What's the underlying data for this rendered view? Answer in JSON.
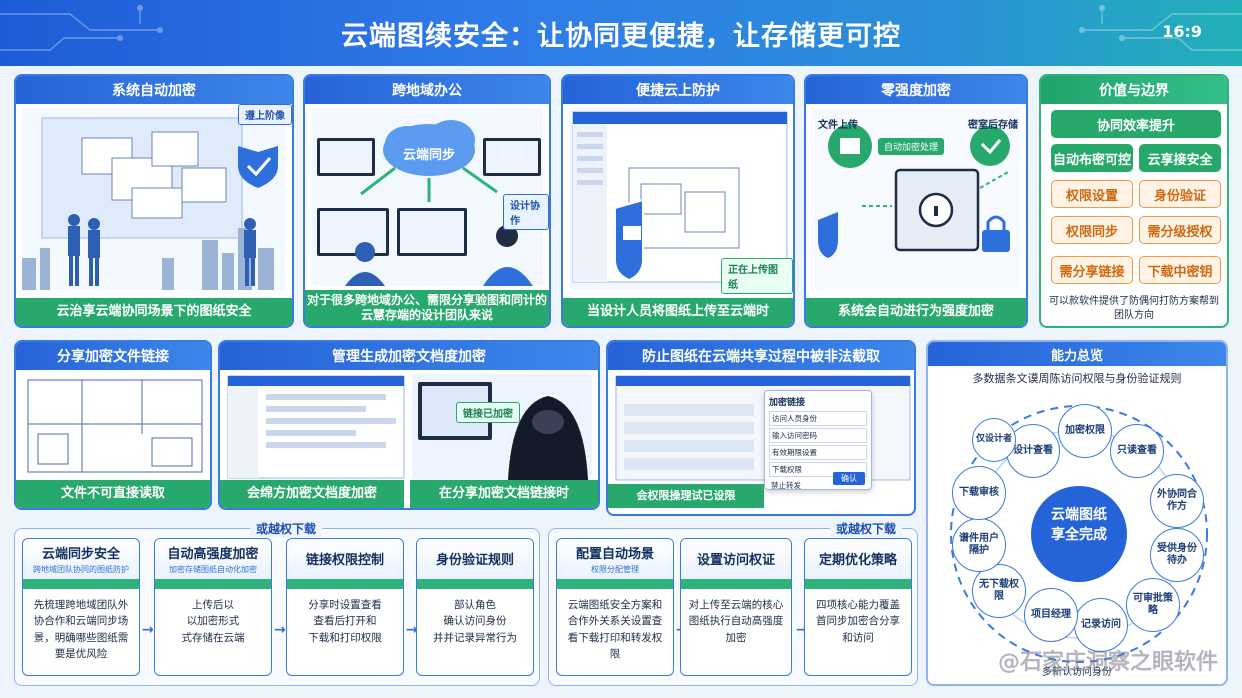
{
  "header": {
    "title": "云端图续安全：让协同更便捷，让存储更可控",
    "ratio": "16:9"
  },
  "panels": {
    "p1": {
      "title": "系统自动加密",
      "tag": "遵上阶像",
      "footer": "云治享云端协同场景下的图纸安全"
    },
    "p2": {
      "title": "跨地域办公",
      "cloud": "云端同步",
      "tag": "设计协作",
      "footer": "对于很多跨地域办公、需限分享验图和同计的云慧存端的设计团队来说"
    },
    "p3": {
      "title": "便捷云上防护",
      "tag": "正在上传图纸",
      "footer": "当设计人员将图纸上传至云端时"
    },
    "p4": {
      "title": "零强度加密",
      "left_label": "文件上传",
      "right_label": "密室后存储",
      "chip": "自动加密处理",
      "footer": "系统会自动进行为强度加密"
    },
    "p5": {
      "title": "价值与边界",
      "footer": "可以款软件提供了防偶何打防方案帮到团队方向"
    },
    "p6": {
      "title": "分享加密文件链接",
      "footer": "文件不可直接读取"
    },
    "p7": {
      "title": "管理生成加密文档度加密",
      "footer_left": "会绵方加密文档度加密",
      "footer_right": "在分享加密文档链接时",
      "tag": "链接已加密"
    },
    "p8": {
      "title": "防止图纸在云端共享过程中被非法截取",
      "dialog_title": "加密链接",
      "dialog_rows": [
        "访问人员身份",
        "输入访问密码",
        "有效期限设置",
        "下载权限",
        "禁止转发"
      ],
      "dialog_btn": "确认",
      "footer": "会权限操理试已设限"
    },
    "p9": {
      "title": "能力总览",
      "subtitle": "多数据条文谟周陈访问权限与身份验证规则",
      "center": "云端图纸\n享全完成"
    }
  },
  "value_buttons": [
    "协同效率提升",
    "自动布密可控",
    "云享接安全",
    "权限设置",
    "身份验证",
    "权限同步",
    "需分级授权",
    "需分享链接",
    "下载中密钥"
  ],
  "circle_nodes": [
    "设计查看",
    "加密权限",
    "只读查看",
    "外协同合作方",
    "受供身份待办",
    "可审批策略",
    "记录访问",
    "项目经理",
    "无下载权限",
    "谱件用户隔护",
    "下载审核",
    "仅设计者"
  ],
  "section_labels": {
    "left": "或越权下载",
    "right": "或越权下载"
  },
  "steps": [
    {
      "title": "云端同步安全",
      "sub": "跨地域团队协同的图纸防护",
      "body": "先梳理跨地域团队外协合作和云端同步场景，明确哪些图纸需要是优风险"
    },
    {
      "title": "自动高强度加密",
      "sub": "加密存储图纸自动化加密",
      "body": "上传后以\n以加密形式\n式存储在云端"
    },
    {
      "title": "链接权限控制",
      "sub": "",
      "body": "分享时设置查看\n查看后打开和\n下载和打印权限"
    },
    {
      "title": "身份验证规则",
      "sub": "",
      "body": "部认角色\n确认访问身份\n并并记录异常行为"
    },
    {
      "title": "配置自动场景",
      "sub": "权限分配管理",
      "body": "云端图纸安全方案和合作外关系关设置查看下载打印和转发权限"
    },
    {
      "title": "设置访问权证",
      "sub": "",
      "body": "对上传至云端的核心图纸执行自动高强度加密"
    },
    {
      "title": "定期优化策略",
      "sub": "",
      "body": "四项核心能力覆盖首同步加密合分享和访问"
    }
  ],
  "bottom_note": "多新认访问身份",
  "watermark": "@石家庄洞察之眼软件",
  "colors": {
    "blue": "#2563d8",
    "green": "#27a96e",
    "orange": "#f2994a"
  }
}
